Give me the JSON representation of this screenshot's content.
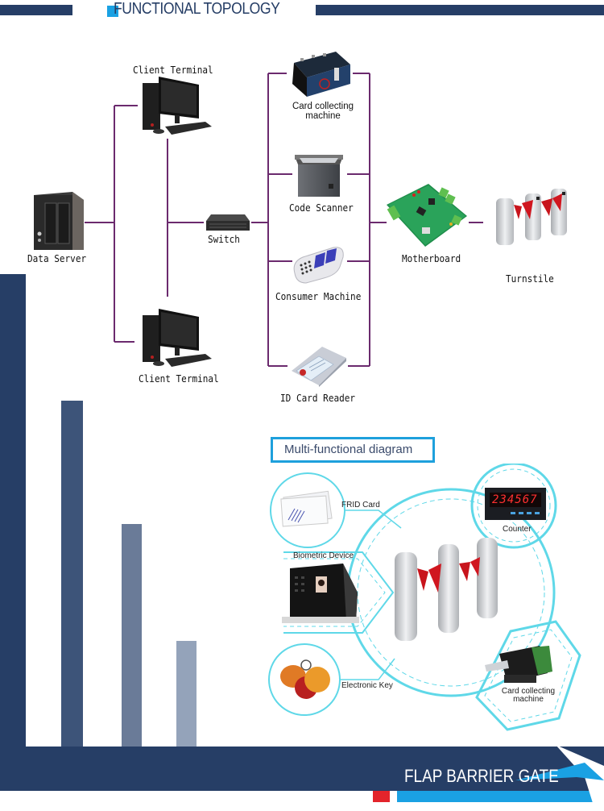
{
  "header": {
    "title": "FUNCTIONAL TOPOLOGY",
    "accent_color": "#1aa1e3",
    "bar_color": "#263e66"
  },
  "topology": {
    "line_color": "#6b2a6e",
    "nodes": {
      "data_server": "Data Server",
      "client_terminal_top": "Client Terminal",
      "client_terminal_bottom": "Client Terminal",
      "switch": "Switch",
      "card_collecting_machine": "Card collecting machine",
      "card_collecting_line1": "Card collecting",
      "card_collecting_line2": "machine",
      "code_scanner": "Code Scanner",
      "consumer_machine": "Consumer Machine",
      "id_card_reader": "ID Card Reader",
      "motherboard": "Motherboard",
      "turnstile": "Turnstile"
    }
  },
  "multifunctional": {
    "title": "Multi-functional diagram",
    "frame_color": "#1ea0dc",
    "ring_color": "#5fd8e8",
    "labels": {
      "frid_card": "FRID Card",
      "biometric_device": "Biometric Device",
      "electronic_key": "Electronic Key",
      "counter": "Counter",
      "card_collecting_line1": "Card collecting",
      "card_collecting_line2": "machine"
    },
    "counter_display": "234567"
  },
  "decor_bars": {
    "colors": [
      "#263e66",
      "#3d5479",
      "#6a7b98",
      "#94a3ba"
    ]
  },
  "footer": {
    "title": "FLAP BARRIER GATE",
    "band_color": "#263e66",
    "stripe_color": "#1aa1e3",
    "red_color": "#e3242b"
  }
}
